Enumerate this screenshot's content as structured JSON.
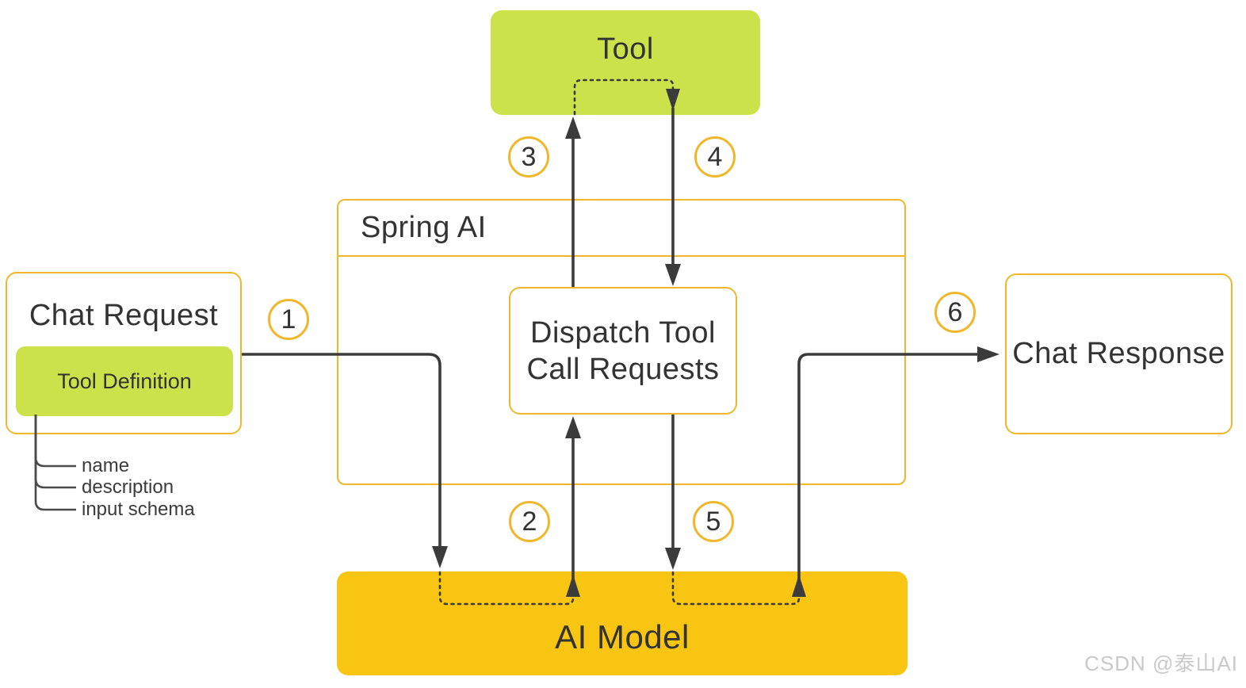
{
  "colors": {
    "node-green": "#cde24a",
    "node-gold": "#f8c512",
    "border-yellow": "#f0b72b",
    "line-dark": "#3b3b3b",
    "bracket-gray": "#4a4a4a",
    "text-dark": "#333333",
    "watermark-gray": "#c9c9c9"
  },
  "diagram": {
    "tool": {
      "label": "Tool"
    },
    "spring_ai": {
      "label": "Spring AI"
    },
    "dispatch": {
      "line1": "Dispatch Tool",
      "line2": "Call Requests"
    },
    "chat_request": {
      "label": "Chat Request"
    },
    "tool_definition": {
      "label": "Tool Definition"
    },
    "tool_attributes": [
      "name",
      "description",
      "input schema"
    ],
    "chat_response": {
      "label": "Chat Response"
    },
    "ai_model": {
      "label": "AI Model"
    },
    "steps": [
      "1",
      "2",
      "3",
      "4",
      "5",
      "6"
    ]
  },
  "watermark": "CSDN @泰山AI"
}
